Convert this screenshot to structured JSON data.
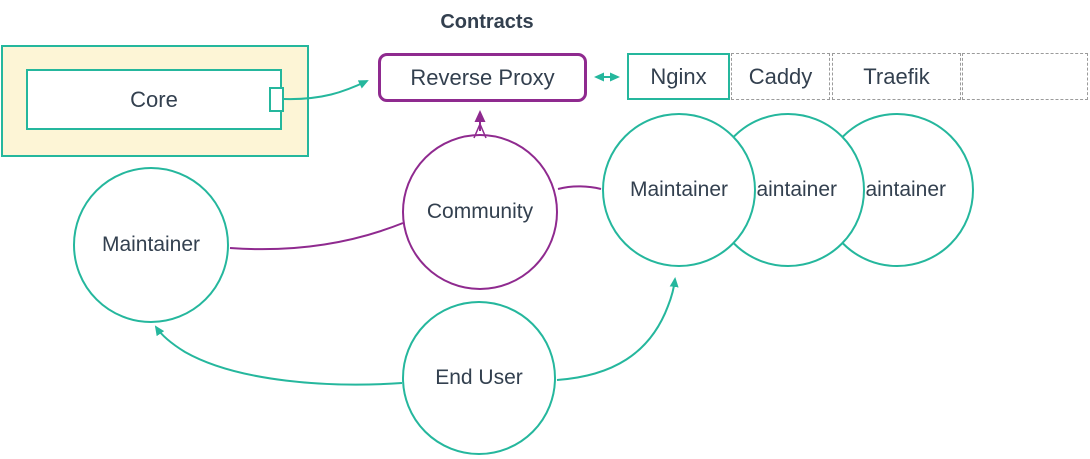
{
  "title": "Contracts",
  "colors": {
    "teal": "#25b79d",
    "purple": "#8f2a8f",
    "text": "#33404f",
    "yellowFill": "#fdf5d6",
    "dashed": "#9b9b9b"
  },
  "nodes": {
    "core": {
      "label": "Core"
    },
    "reverse_proxy": {
      "label": "Reverse Proxy"
    },
    "community": {
      "label": "Community"
    },
    "maintainer_left": {
      "label": "Maintainer"
    },
    "maintainer_right_1": {
      "label": "Maintainer"
    },
    "maintainer_right_2": {
      "label": "Maintainer"
    },
    "maintainer_right_3": {
      "label": "Maintainer"
    },
    "end_user": {
      "label": "End User"
    }
  },
  "proxy_row": {
    "cells": [
      {
        "label": "Nginx",
        "style": "solid-teal"
      },
      {
        "label": "Caddy",
        "style": "dashed"
      },
      {
        "label": "Traefik",
        "style": "dashed"
      },
      {
        "label": "",
        "style": "dashed"
      }
    ]
  },
  "edges": [
    {
      "from": "core",
      "to": "reverse_proxy",
      "type": "arrow",
      "color": "teal"
    },
    {
      "from": "reverse_proxy",
      "to": "proxy_row",
      "type": "double-arrow",
      "color": "teal"
    },
    {
      "from": "community",
      "to": "reverse_proxy",
      "type": "arrow",
      "color": "purple"
    },
    {
      "from": "maintainer_left",
      "to": "community",
      "type": "line",
      "color": "purple"
    },
    {
      "from": "community",
      "to": "maintainer_right_1",
      "type": "line",
      "color": "purple"
    },
    {
      "from": "end_user",
      "to": "maintainer_left",
      "type": "arrow",
      "color": "teal"
    },
    {
      "from": "end_user",
      "to": "maintainer_right_1",
      "type": "arrow",
      "color": "teal"
    }
  ]
}
